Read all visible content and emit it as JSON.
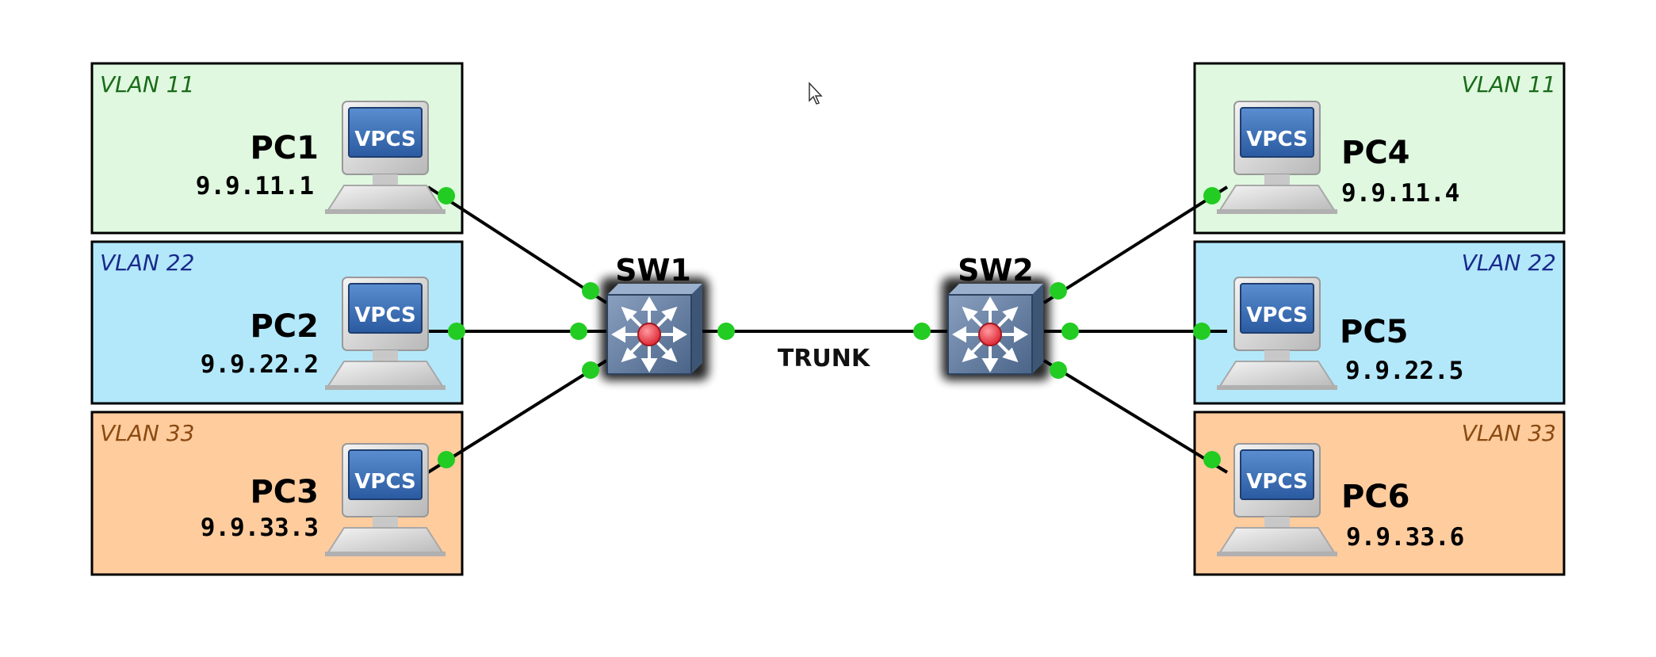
{
  "colors": {
    "vlan11_fill": "#dff8df",
    "vlan11_text": "#1a6b1a",
    "vlan22_fill": "#b3e8fb",
    "vlan22_text": "#1a2a8a",
    "vlan33_fill": "#ffcc9e",
    "vlan33_text": "#8a4a10",
    "port": "#22cc22",
    "link": "#000000"
  },
  "vlans": {
    "left_11": "VLAN 11",
    "left_22": "VLAN 22",
    "left_33": "VLAN 33",
    "right_11": "VLAN 11",
    "right_22": "VLAN 22",
    "right_33": "VLAN 33"
  },
  "pcs": {
    "pc1": {
      "name": "PC1",
      "ip": "9.9.11.1",
      "icon": "VPCS"
    },
    "pc2": {
      "name": "PC2",
      "ip": "9.9.22.2",
      "icon": "VPCS"
    },
    "pc3": {
      "name": "PC3",
      "ip": "9.9.33.3",
      "icon": "VPCS"
    },
    "pc4": {
      "name": "PC4",
      "ip": "9.9.11.4",
      "icon": "VPCS"
    },
    "pc5": {
      "name": "PC5",
      "ip": "9.9.22.5",
      "icon": "VPCS"
    },
    "pc6": {
      "name": "PC6",
      "ip": "9.9.33.6",
      "icon": "VPCS"
    }
  },
  "switches": {
    "sw1": {
      "name": "SW1",
      "icon": "multilayer-switch-icon"
    },
    "sw2": {
      "name": "SW2",
      "icon": "multilayer-switch-icon"
    }
  },
  "trunk": {
    "label": "TRUNK"
  },
  "cursor": {
    "icon": "mouse-pointer-icon"
  }
}
